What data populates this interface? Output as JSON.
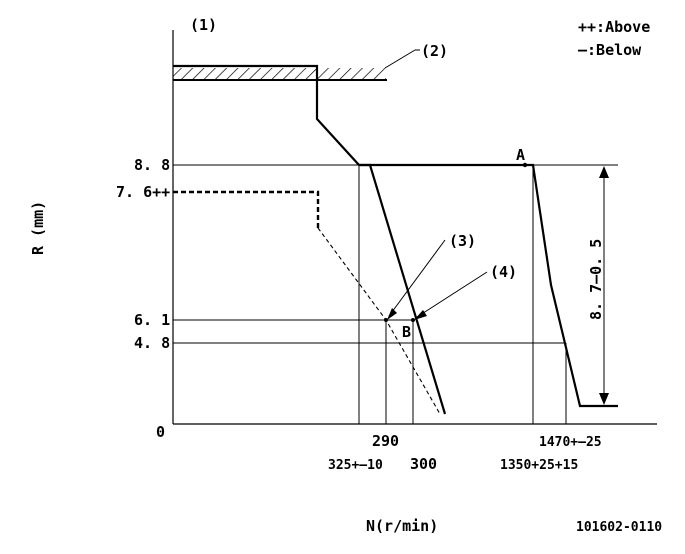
{
  "labels": {
    "top_left": "(1)",
    "legend_above": "++:Above",
    "legend_below": "—:Below",
    "hatched_ref": "(2)",
    "ref3": "(3)",
    "ref4": "(4)",
    "point_a": "A",
    "point_b": "B",
    "y_axis": "R (mm)",
    "x_axis": "N(r/min)",
    "drawing_no": "101602-0110",
    "y_88": "8. 8",
    "y_76": "7. 6++",
    "y_61": "6. 1",
    "y_48": "4. 8",
    "y_0": "0",
    "x_290": "290",
    "x_325": "325+–10",
    "x_300": "300",
    "x_1470": "1470+–25",
    "x_1350": "1350+25+15",
    "dimension": "8. 7–0. 5"
  }
}
